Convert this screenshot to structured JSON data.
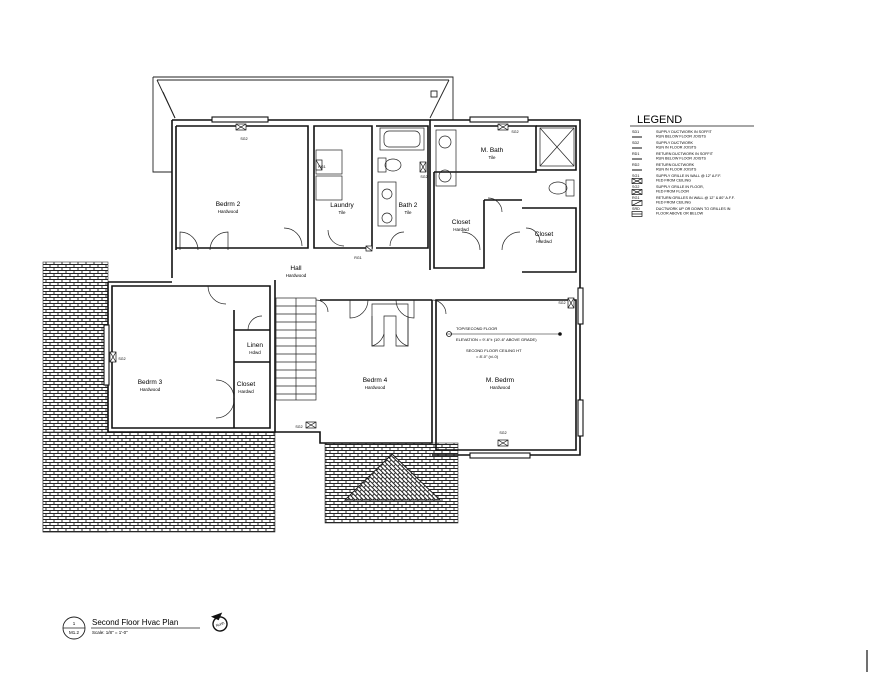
{
  "rooms": {
    "bedrm2": {
      "name": "Bedrm 2",
      "floor": "Hardwood"
    },
    "laundry": {
      "name": "Laundry",
      "floor": "Tile"
    },
    "bath2": {
      "name": "Bath 2",
      "floor": "Tile"
    },
    "mbath": {
      "name": "M. Bath",
      "floor": "Tile"
    },
    "closet_a": {
      "name": "Closet",
      "floor": "Hardwd"
    },
    "closet_b": {
      "name": "Closet",
      "floor": "Hardwd"
    },
    "hall": {
      "name": "Hall",
      "floor": "Hardwood"
    },
    "linen": {
      "name": "Linen",
      "floor": "Hdwd"
    },
    "bedrm3": {
      "name": "Bedrm 3",
      "floor": "Hardwood"
    },
    "closet_c": {
      "name": "Closet",
      "floor": "Hardwd"
    },
    "bedrm4": {
      "name": "Bedrm 4",
      "floor": "Hardwood"
    },
    "mbedrm": {
      "name": "M. Bedrm",
      "floor": "Hardwood"
    }
  },
  "tags": {
    "sg2_bed2": "SG2",
    "rg1_laundry": "RG1",
    "sg2_bath2": "SG2",
    "rg1_hall": "RG1",
    "sg2_mbath": "SG2",
    "sg2_mbed_side": "SG2",
    "sg2_bed3": "SG2",
    "sg2_stair": "SG2",
    "sg2_mbed_bottom": "SG2"
  },
  "elevation": {
    "line1": "TOP/SECOND FLOOR",
    "line2": "ELEVATION = 9'-6\"± (10'-6\" ABOVE GRADE)",
    "ceiling1": "SECOND FLOOR CEILING HT",
    "ceiling2": "= 8'-0\" (±/-0)"
  },
  "legend": {
    "title": "LEGEND",
    "items": [
      {
        "code": "SD1",
        "text1": "SUPPLY DUCTWORK IN SOFFIT",
        "text2": "RUN BELOW FLOOR JOISTS"
      },
      {
        "code": "SD2",
        "text1": "SUPPLY DUCTWORK",
        "text2": "RUN IN FLOOR JOISTS"
      },
      {
        "code": "RD1",
        "text1": "RETURN DUCTWORK IN SOFFIT",
        "text2": "RUN BELOW FLOOR JOISTS"
      },
      {
        "code": "RD2",
        "text1": "RETURN DUCTWORK",
        "text2": "RUN IN FLOOR JOISTS"
      },
      {
        "code": "SG1",
        "text1": "SUPPLY GRILLE IN WALL @ 12\" A.F.F.",
        "text2": "FED FROM CEILING"
      },
      {
        "code": "SG2",
        "text1": "SUPPLY GRILLE IN FLOOR,",
        "text2": "FED FROM FLOOR"
      },
      {
        "code": "RG1",
        "text1": "RETURN GRILLES IN WALL @ 12\" & 80\" A.F.F.",
        "text2": "FED FROM CEILING"
      },
      {
        "code": "SRD",
        "text1": "DUCTWORK UP OR DOWN TO GRILLES IN",
        "text2": "FLOOR ABOVE OR BELOW"
      }
    ]
  },
  "title_block": {
    "number": "1",
    "sheet": "M1.2",
    "title": "Second Floor Hvac Plan",
    "scale": "Scale: 1/8\" = 1'-0\"",
    "north": "North"
  }
}
